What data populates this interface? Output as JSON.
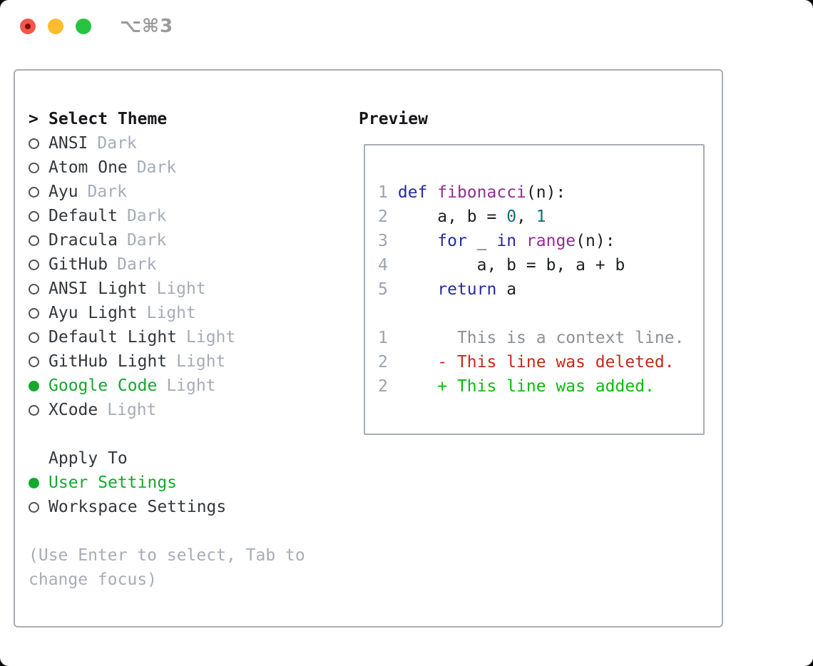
{
  "window": {
    "title": "⌥⌘3",
    "buttons": [
      "close",
      "minimize",
      "zoom"
    ]
  },
  "colors": {
    "accent_green": "#15a82f",
    "text_dark": "#33383e",
    "muted": "#a5adb9",
    "ctx_gray": "#8b9198",
    "lnum": "#9aa4b1",
    "kw": "#242aa3",
    "typ": "#922d92",
    "lit": "#0e7070",
    "pln": "#1d2023",
    "del": "#c8271a",
    "add": "#08bd08",
    "border": "#a7adb4",
    "title_gray": "#9b9b9b"
  },
  "theme_selector": {
    "title_prefix": ">",
    "title": "Select Theme",
    "themes": [
      {
        "name": "ANSI",
        "variant": "Dark",
        "selected": false
      },
      {
        "name": "Atom One",
        "variant": "Dark",
        "selected": false
      },
      {
        "name": "Ayu",
        "variant": "Dark",
        "selected": false
      },
      {
        "name": "Default",
        "variant": "Dark",
        "selected": false
      },
      {
        "name": "Dracula",
        "variant": "Dark",
        "selected": false
      },
      {
        "name": "GitHub",
        "variant": "Dark",
        "selected": false
      },
      {
        "name": "ANSI Light",
        "variant": "Light",
        "selected": false
      },
      {
        "name": "Ayu Light",
        "variant": "Light",
        "selected": false
      },
      {
        "name": "Default Light",
        "variant": "Light",
        "selected": false
      },
      {
        "name": "GitHub Light",
        "variant": "Light",
        "selected": false
      },
      {
        "name": "Google Code",
        "variant": "Light",
        "selected": true
      },
      {
        "name": "XCode",
        "variant": "Light",
        "selected": false
      }
    ],
    "apply_to": {
      "title": "Apply To",
      "options": [
        {
          "label": "User Settings",
          "selected": true
        },
        {
          "label": "Workspace Settings",
          "selected": false
        }
      ]
    },
    "hint": "(Use Enter to select, Tab to change focus)"
  },
  "preview": {
    "title": "Preview",
    "code_lines": [
      {
        "num": "1",
        "tokens": [
          [
            "kw",
            "def"
          ],
          [
            "pln",
            " "
          ],
          [
            "typ",
            "fibonacci"
          ],
          [
            "pln",
            "(n):"
          ]
        ]
      },
      {
        "num": "2",
        "tokens": [
          [
            "pln",
            "    a, b = "
          ],
          [
            "lit",
            "0"
          ],
          [
            "pln",
            ", "
          ],
          [
            "lit",
            "1"
          ]
        ]
      },
      {
        "num": "3",
        "tokens": [
          [
            "pln",
            "    "
          ],
          [
            "kw",
            "for"
          ],
          [
            "pln",
            " _ "
          ],
          [
            "kw",
            "in"
          ],
          [
            "pln",
            " "
          ],
          [
            "typ",
            "range"
          ],
          [
            "pln",
            "(n):"
          ]
        ]
      },
      {
        "num": "4",
        "tokens": [
          [
            "pln",
            "        a, b = b, a + b"
          ]
        ]
      },
      {
        "num": "5",
        "tokens": [
          [
            "pln",
            "    "
          ],
          [
            "kw",
            "return"
          ],
          [
            "pln",
            " a"
          ]
        ]
      }
    ],
    "diff_lines": [
      {
        "num": "1",
        "sign": "",
        "text": "This is a context line.",
        "type": "context"
      },
      {
        "num": "2",
        "sign": "-",
        "text": "This line was deleted.",
        "type": "deleted"
      },
      {
        "num": "2",
        "sign": "+",
        "text": "This line was added.",
        "type": "added"
      }
    ]
  }
}
